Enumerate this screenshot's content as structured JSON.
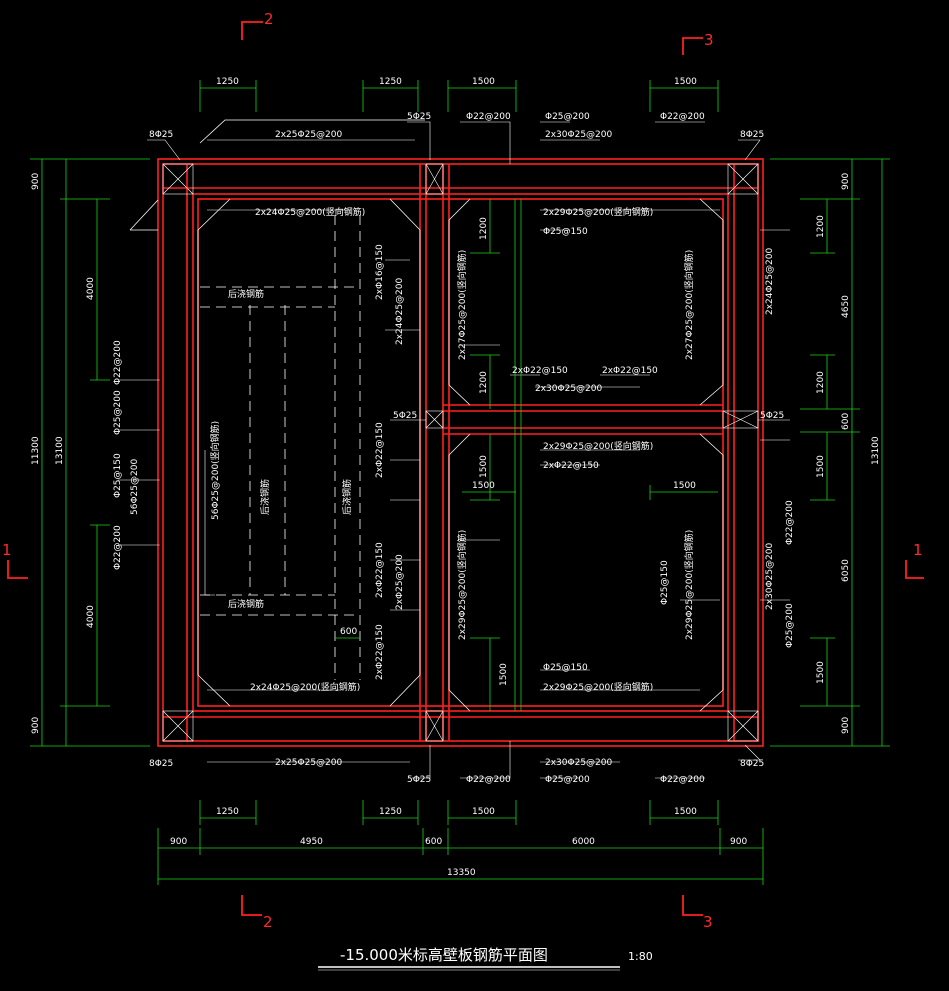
{
  "title": "-15.000米标高壁板钢筋平面图",
  "scale": "1:80",
  "section_markers": {
    "s1": "1",
    "s2": "2",
    "s3": "3"
  },
  "dims": {
    "top_spacing": [
      "1250",
      "1250",
      "1500",
      "1500"
    ],
    "bottom_spacing": [
      "1250",
      "1250",
      "1500",
      "1500"
    ],
    "bottom_overall": [
      "900",
      "4950",
      "600",
      "6000",
      "900"
    ],
    "bottom_total": "13350",
    "left_outer": [
      "900",
      "11300",
      "900"
    ],
    "left_total": "13100",
    "left_inner": [
      "4000",
      "4000"
    ],
    "right_outer": [
      "900",
      "4650",
      "600",
      "6050",
      "900"
    ],
    "right_total": "13100",
    "right_inner": [
      "1200",
      "1200",
      "1500",
      "1500"
    ],
    "center": [
      "1200",
      "1200",
      "1500",
      "1500",
      "1500",
      "1500",
      "600"
    ]
  },
  "rebar": {
    "corner": "8Φ25",
    "joint": "5Φ25",
    "top_wall_left": "2x25Φ25@200",
    "top_wall_mid": "Φ22@200",
    "top_wall_mid2": "Φ25@200",
    "top_wall_mid3": "2x30Φ25@200",
    "top_wall_right": "Φ22@200",
    "left_room_top": "2x24Φ25@200(竖向钢筋)",
    "right_room_top": "2x29Φ25@200(竖向钢筋)",
    "right_room_top2": "Φ25@150",
    "left_vert1": "Φ22@200",
    "left_vert2": "Φ25@200",
    "left_vert3": "Φ25@150",
    "left_vert4": "56Φ25@200",
    "left_inner_vert": "56Φ25@200(竖向钢筋)",
    "left_inner_vert2": "Φ22@200",
    "mid_left_top1": "2xΦ16@150",
    "mid_left_top2": "2x24Φ25@200",
    "mid_right_top": "2x27Φ25@200(竖向钢筋)",
    "right_room_right": "2x24Φ25@200",
    "right_room_right2": "2x27Φ25@200(竖向钢筋)",
    "mid_horiz1": "2xΦ22@150",
    "mid_horiz2": "2xΦ22@150",
    "mid_horiz3": "2x30Φ25@200",
    "lower_room_top": "2x29Φ25@200(竖向钢筋)",
    "lower_room_top2": "2xΦ22@150",
    "mid_left_low1": "2xΦ22@150",
    "mid_left_low2": "2xΦ22@150",
    "mid_left_low3": "2xΦ25@200",
    "mid_left_low4": "2xΦ22@150",
    "mid_right_low": "2x29Φ25@200(竖向钢筋)",
    "lower_right_inner": "Φ25@150",
    "lower_right_inner2": "2x29Φ25@200(竖向钢筋)",
    "lower_right_outer1": "Φ22@200",
    "lower_right_outer2": "2x30Φ25@200",
    "lower_right_outer3": "Φ25@200",
    "lower_room_bot": "Φ25@150",
    "lower_room_bot2": "2x29Φ25@200(竖向钢筋)",
    "left_room_bot": "2x24Φ25@200(竖向钢筋)",
    "bot_wall_left": "2x25Φ25@200",
    "bot_wall_mid": "Φ22@200",
    "bot_wall_mid2": "Φ25@200",
    "bot_wall_mid3": "2x30Φ25@200",
    "bot_wall_right": "Φ22@200",
    "later_pour": "后浇钢筋",
    "later_pour_dim": "600"
  },
  "colors": {
    "background": "#000000",
    "rebar": "#ff2020",
    "dimension": "#19d319",
    "text": "#ffffff"
  }
}
